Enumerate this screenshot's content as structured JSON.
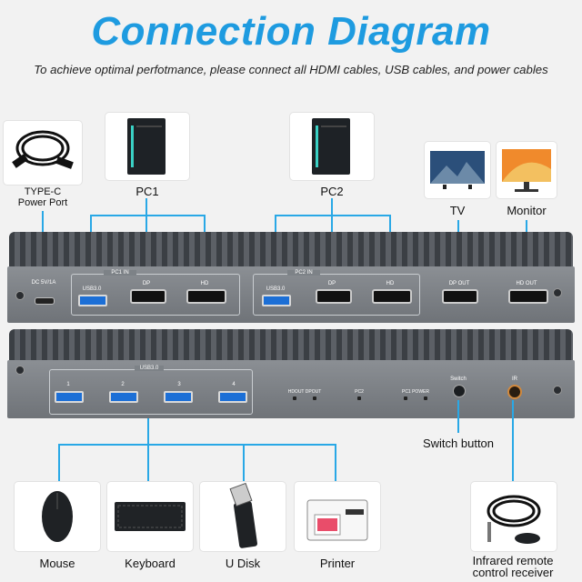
{
  "title": "Connection Diagram",
  "subtitle": "To achieve optimal perfotmance, please connect all HDMI cables, USB cables, and power cables",
  "labels": {
    "typec": "TYPE-C\nPower Port",
    "pc1": "PC1",
    "pc2": "PC2",
    "tv": "TV",
    "monitor": "Monitor",
    "switch_button": "Switch button",
    "mouse": "Mouse",
    "keyboard": "Keyboard",
    "udisk": "U Disk",
    "printer": "Printer",
    "ir": "Infrared remote\ncontrol receiver"
  },
  "front": {
    "dc": "DC 5V/1A",
    "pc1_in": "PC1 IN",
    "pc2_in": "PC2 IN",
    "usb30": "USB3.0",
    "dp": "DP",
    "hd": "HD",
    "dp_out": "DP OUT",
    "hd_out": "HD OUT"
  },
  "back": {
    "usb30": "USB3.0",
    "p1": "1",
    "p2": "2",
    "p3": "3",
    "p4": "4",
    "led_outs": "HDOUT DPOUT",
    "led_pc2": "PC2",
    "led_pc1power": "PC1  POWER",
    "switch": "Switch",
    "ir": "IR"
  },
  "colors": {
    "accent": "#1e9be0",
    "wire": "#29a8e6",
    "device": "#7d8287"
  }
}
